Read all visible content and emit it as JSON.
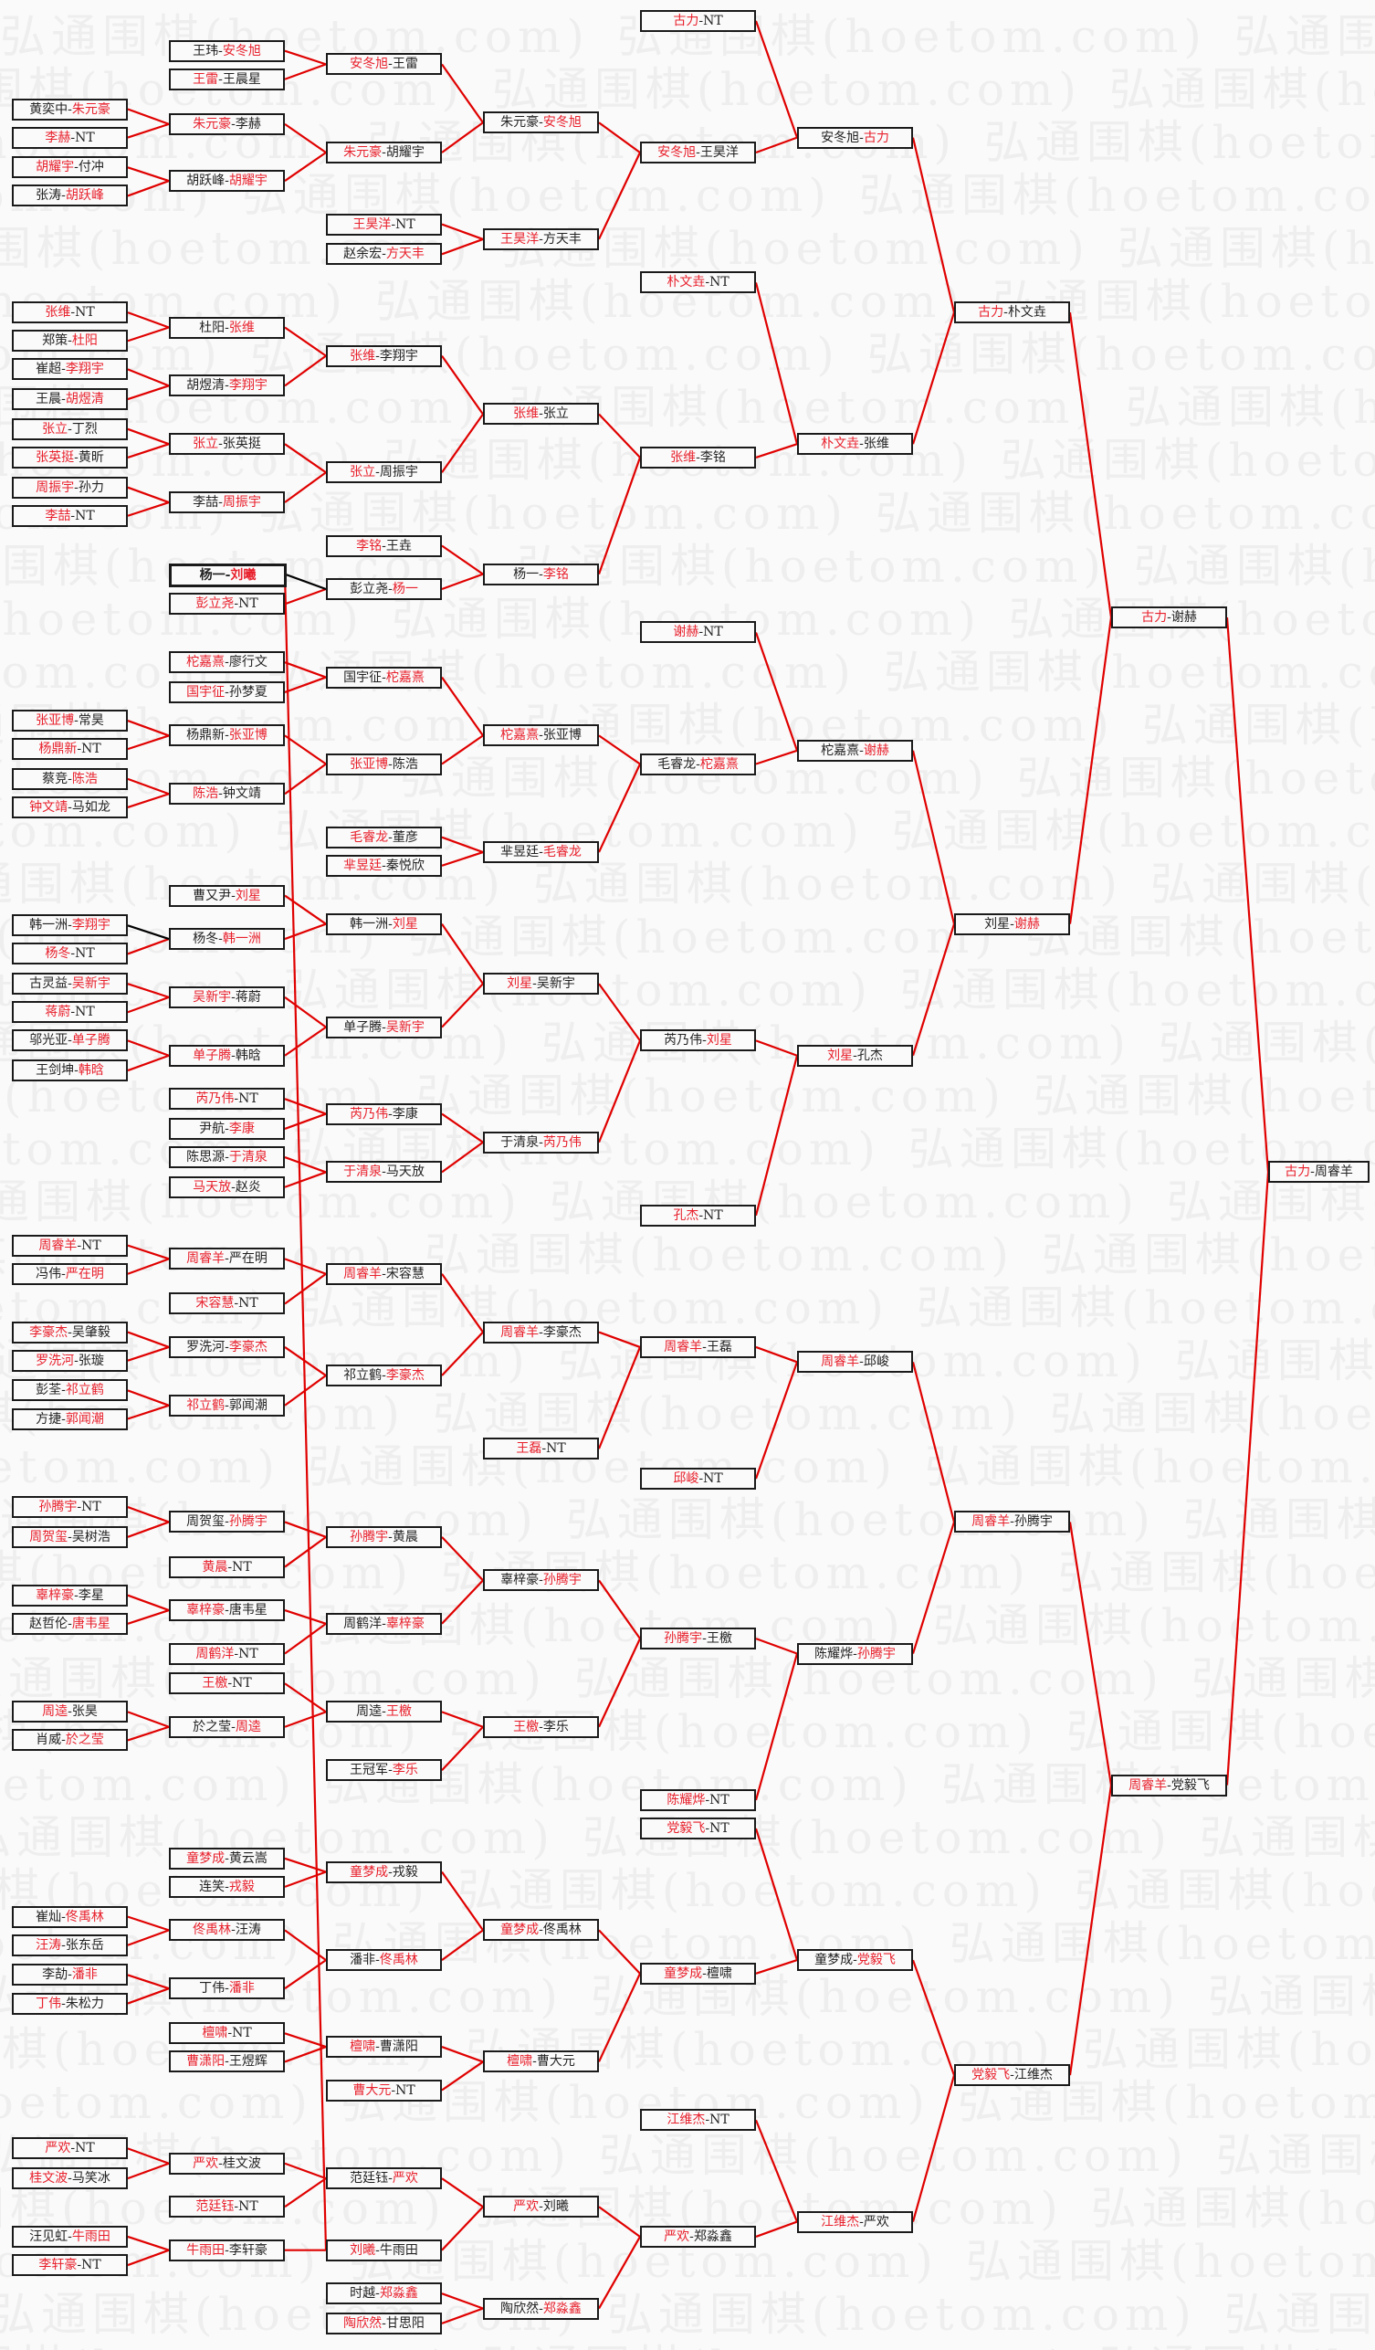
{
  "watermark": "弘通围棋(hoetom.com)",
  "colors": {
    "winner": "#e8202c",
    "line": "#e00000",
    "promoted_line": "#000000",
    "text": "#222222"
  },
  "separator": "-",
  "columns": [
    [
      {
        "p": [
          "黄奕中",
          "朱元豪"
        ],
        "w": 1
      },
      {
        "p": [
          "李赫",
          "NT"
        ],
        "w": 0
      },
      {
        "p": [
          "胡耀宇",
          "付冲"
        ],
        "w": 0
      },
      {
        "p": [
          "张涛",
          "胡跃峰"
        ],
        "w": 1
      },
      {
        "p": [
          "张维",
          "NT"
        ],
        "w": 0
      },
      {
        "p": [
          "郑策",
          "杜阳"
        ],
        "w": 1
      },
      {
        "p": [
          "崔超",
          "李翔宇"
        ],
        "w": 1
      },
      {
        "p": [
          "王晨",
          "胡煜清"
        ],
        "w": 1
      },
      {
        "p": [
          "张立",
          "丁烈"
        ],
        "w": 0
      },
      {
        "p": [
          "张英挺",
          "黄昕"
        ],
        "w": 0
      },
      {
        "p": [
          "周振宇",
          "孙力"
        ],
        "w": 0
      },
      {
        "p": [
          "李喆",
          "NT"
        ],
        "w": 0
      },
      {
        "p": [
          "张亚博",
          "常昊"
        ],
        "w": 0
      },
      {
        "p": [
          "杨鼎新",
          "NT"
        ],
        "w": 0
      },
      {
        "p": [
          "蔡竞",
          "陈浩"
        ],
        "w": 1
      },
      {
        "p": [
          "钟文靖",
          "马如龙"
        ],
        "w": 0
      },
      {
        "p": [
          "韩一洲",
          "李翔宇"
        ],
        "w": 1
      },
      {
        "p": [
          "杨冬",
          "NT"
        ],
        "w": 0
      },
      {
        "p": [
          "古灵益",
          "吴新宇"
        ],
        "w": 1
      },
      {
        "p": [
          "蒋蔚",
          "NT"
        ],
        "w": 0
      },
      {
        "p": [
          "邬光亚",
          "单子腾"
        ],
        "w": 1
      },
      {
        "p": [
          "王剑坤",
          "韩晗"
        ],
        "w": 1
      },
      {
        "p": [
          "周睿羊",
          "NT"
        ],
        "w": 0
      },
      {
        "p": [
          "冯伟",
          "严在明"
        ],
        "w": 1
      },
      {
        "p": [
          "李豪杰",
          "吴肇毅"
        ],
        "w": 0
      },
      {
        "p": [
          "罗洗河",
          "张璇"
        ],
        "w": 0
      },
      {
        "p": [
          "彭荃",
          "祁立鹤"
        ],
        "w": 1
      },
      {
        "p": [
          "方捷",
          "郭闻潮"
        ],
        "w": 1
      },
      {
        "p": [
          "孙腾宇",
          "NT"
        ],
        "w": 0
      },
      {
        "p": [
          "周贺玺",
          "吴树浩"
        ],
        "w": 0
      },
      {
        "p": [
          "辜梓豪",
          "李星"
        ],
        "w": 0
      },
      {
        "p": [
          "赵哲伦",
          "唐韦星"
        ],
        "w": 1
      },
      {
        "p": [
          "周逵",
          "张昊"
        ],
        "w": 0
      },
      {
        "p": [
          "肖威",
          "於之莹"
        ],
        "w": 1
      },
      {
        "p": [
          "崔灿",
          "佟禹林"
        ],
        "w": 1
      },
      {
        "p": [
          "汪涛",
          "张东岳"
        ],
        "w": 0
      },
      {
        "p": [
          "李劼",
          "潘非"
        ],
        "w": 1
      },
      {
        "p": [
          "丁伟",
          "朱松力"
        ],
        "w": 0
      },
      {
        "p": [
          "严欢",
          "NT"
        ],
        "w": 0
      },
      {
        "p": [
          "桂文波",
          "马笑冰"
        ],
        "w": 0
      },
      {
        "p": [
          "汪见虹",
          "牛雨田"
        ],
        "w": 1
      },
      {
        "p": [
          "李轩豪",
          "NT"
        ],
        "w": 0
      }
    ],
    [
      {
        "p": [
          "王玮",
          "安冬旭"
        ],
        "w": 1
      },
      {
        "p": [
          "王雷",
          "王晨星"
        ],
        "w": 0
      },
      {
        "p": [
          "朱元豪",
          "李赫"
        ],
        "w": 0
      },
      {
        "p": [
          "胡跃峰",
          "胡耀宇"
        ],
        "w": 1
      },
      {
        "p": [
          "杜阳",
          "张维"
        ],
        "w": 1
      },
      {
        "p": [
          "胡煜清",
          "李翔宇"
        ],
        "w": 1
      },
      {
        "p": [
          "张立",
          "张英挺"
        ],
        "w": 0
      },
      {
        "p": [
          "李喆",
          "周振宇"
        ],
        "w": 1
      },
      {
        "p": [
          "杨一",
          "刘曦"
        ],
        "w": 1,
        "bold": true
      },
      {
        "p": [
          "彭立尧",
          "NT"
        ],
        "w": 0
      },
      {
        "p": [
          "柁嘉熹",
          "廖行文"
        ],
        "w": 0
      },
      {
        "p": [
          "国宇征",
          "孙梦夏"
        ],
        "w": 0
      },
      {
        "p": [
          "杨鼎新",
          "张亚博"
        ],
        "w": 1
      },
      {
        "p": [
          "陈浩",
          "钟文靖"
        ],
        "w": 0
      },
      {
        "p": [
          "曹又尹",
          "刘星"
        ],
        "w": 1
      },
      {
        "p": [
          "杨冬",
          "韩一洲"
        ],
        "w": 1
      },
      {
        "p": [
          "吴新宇",
          "蒋蔚"
        ],
        "w": 0
      },
      {
        "p": [
          "单子腾",
          "韩晗"
        ],
        "w": 0
      },
      {
        "p": [
          "芮乃伟",
          "NT"
        ],
        "w": 0
      },
      {
        "p": [
          "尹航",
          "李康"
        ],
        "w": 1
      },
      {
        "p": [
          "陈思源",
          "于清泉"
        ],
        "w": 1
      },
      {
        "p": [
          "马天放",
          "赵炎"
        ],
        "w": 0
      },
      {
        "p": [
          "周睿羊",
          "严在明"
        ],
        "w": 0
      },
      {
        "p": [
          "宋容慧",
          "NT"
        ],
        "w": 0
      },
      {
        "p": [
          "罗洗河",
          "李豪杰"
        ],
        "w": 1
      },
      {
        "p": [
          "祁立鹤",
          "郭闻潮"
        ],
        "w": 0
      },
      {
        "p": [
          "周贺玺",
          "孙腾宇"
        ],
        "w": 1
      },
      {
        "p": [
          "黄晨",
          "NT"
        ],
        "w": 0
      },
      {
        "p": [
          "辜梓豪",
          "唐韦星"
        ],
        "w": 0
      },
      {
        "p": [
          "周鹤洋",
          "NT"
        ],
        "w": 0
      },
      {
        "p": [
          "王檄",
          "NT"
        ],
        "w": 0
      },
      {
        "p": [
          "於之莹",
          "周逵"
        ],
        "w": 1
      },
      {
        "p": [
          "童梦成",
          "黄云嵩"
        ],
        "w": 0
      },
      {
        "p": [
          "连笑",
          "戎毅"
        ],
        "w": 1
      },
      {
        "p": [
          "佟禹林",
          "汪涛"
        ],
        "w": 0
      },
      {
        "p": [
          "丁伟",
          "潘非"
        ],
        "w": 1
      },
      {
        "p": [
          "檀啸",
          "NT"
        ],
        "w": 0
      },
      {
        "p": [
          "曹潇阳",
          "王煜辉"
        ],
        "w": 0
      },
      {
        "p": [
          "严欢",
          "桂文波"
        ],
        "w": 0
      },
      {
        "p": [
          "范廷钰",
          "NT"
        ],
        "w": 0
      },
      {
        "p": [
          "牛雨田",
          "李轩豪"
        ],
        "w": 0
      }
    ],
    [
      {
        "p": [
          "安冬旭",
          "王雷"
        ],
        "w": 0
      },
      {
        "p": [
          "朱元豪",
          "胡耀宇"
        ],
        "w": 0
      },
      {
        "p": [
          "王昊洋",
          "NT"
        ],
        "w": 0
      },
      {
        "p": [
          "赵余宏",
          "方天丰"
        ],
        "w": 1
      },
      {
        "p": [
          "张维",
          "李翔宇"
        ],
        "w": 0
      },
      {
        "p": [
          "张立",
          "周振宇"
        ],
        "w": 0
      },
      {
        "p": [
          "李铭",
          "王垚"
        ],
        "w": 0
      },
      {
        "p": [
          "彭立尧",
          "杨一"
        ],
        "w": 1
      },
      {
        "p": [
          "国宇征",
          "柁嘉熹"
        ],
        "w": 1
      },
      {
        "p": [
          "张亚博",
          "陈浩"
        ],
        "w": 0
      },
      {
        "p": [
          "毛睿龙",
          "董彦"
        ],
        "w": 0
      },
      {
        "p": [
          "芈昱廷",
          "秦悦欣"
        ],
        "w": 0
      },
      {
        "p": [
          "韩一洲",
          "刘星"
        ],
        "w": 1
      },
      {
        "p": [
          "单子腾",
          "吴新宇"
        ],
        "w": 1
      },
      {
        "p": [
          "芮乃伟",
          "李康"
        ],
        "w": 0
      },
      {
        "p": [
          "于清泉",
          "马天放"
        ],
        "w": 0
      },
      {
        "p": [
          "周睿羊",
          "宋容慧"
        ],
        "w": 0
      },
      {
        "p": [
          "祁立鹤",
          "李豪杰"
        ],
        "w": 1
      },
      {
        "p": [
          "孙腾宇",
          "黄晨"
        ],
        "w": 0
      },
      {
        "p": [
          "周鹤洋",
          "辜梓豪"
        ],
        "w": 1
      },
      {
        "p": [
          "周逵",
          "王檄"
        ],
        "w": 1
      },
      {
        "p": [
          "王冠军",
          "李乐"
        ],
        "w": 1
      },
      {
        "p": [
          "童梦成",
          "戎毅"
        ],
        "w": 0
      },
      {
        "p": [
          "潘非",
          "佟禹林"
        ],
        "w": 1
      },
      {
        "p": [
          "檀啸",
          "曹潇阳"
        ],
        "w": 0
      },
      {
        "p": [
          "曹大元",
          "NT"
        ],
        "w": 0
      },
      {
        "p": [
          "范廷钰",
          "严欢"
        ],
        "w": 1
      },
      {
        "p": [
          "刘曦",
          "牛雨田"
        ],
        "w": 0
      },
      {
        "p": [
          "时越",
          "郑淼鑫"
        ],
        "w": 1
      },
      {
        "p": [
          "陶欣然",
          "甘思阳"
        ],
        "w": 0
      }
    ],
    [
      {
        "p": [
          "朱元豪",
          "安冬旭"
        ],
        "w": 1
      },
      {
        "p": [
          "王昊洋",
          "方天丰"
        ],
        "w": 0
      },
      {
        "p": [
          "张维",
          "张立"
        ],
        "w": 0
      },
      {
        "p": [
          "杨一",
          "李铭"
        ],
        "w": 1
      },
      {
        "p": [
          "柁嘉熹",
          "张亚博"
        ],
        "w": 0
      },
      {
        "p": [
          "芈昱廷",
          "毛睿龙"
        ],
        "w": 1
      },
      {
        "p": [
          "刘星",
          "吴新宇"
        ],
        "w": 0
      },
      {
        "p": [
          "于清泉",
          "芮乃伟"
        ],
        "w": 1
      },
      {
        "p": [
          "周睿羊",
          "李豪杰"
        ],
        "w": 0
      },
      {
        "p": [
          "王磊",
          "NT"
        ],
        "w": 0
      },
      {
        "p": [
          "辜梓豪",
          "孙腾宇"
        ],
        "w": 1
      },
      {
        "p": [
          "王檄",
          "李乐"
        ],
        "w": 0
      },
      {
        "p": [
          "童梦成",
          "佟禹林"
        ],
        "w": 0
      },
      {
        "p": [
          "檀啸",
          "曹大元"
        ],
        "w": 0
      },
      {
        "p": [
          "严欢",
          "刘曦"
        ],
        "w": 0
      },
      {
        "p": [
          "陶欣然",
          "郑淼鑫"
        ],
        "w": 1
      }
    ],
    [
      {
        "p": [
          "古力",
          "NT"
        ],
        "w": 0
      },
      {
        "p": [
          "安冬旭",
          "王昊洋"
        ],
        "w": 0
      },
      {
        "p": [
          "朴文垚",
          "NT"
        ],
        "w": 0
      },
      {
        "p": [
          "张维",
          "李铭"
        ],
        "w": 0
      },
      {
        "p": [
          "谢赫",
          "NT"
        ],
        "w": 0
      },
      {
        "p": [
          "毛睿龙",
          "柁嘉熹"
        ],
        "w": 1
      },
      {
        "p": [
          "芮乃伟",
          "刘星"
        ],
        "w": 1
      },
      {
        "p": [
          "孔杰",
          "NT"
        ],
        "w": 0
      },
      {
        "p": [
          "周睿羊",
          "王磊"
        ],
        "w": 0
      },
      {
        "p": [
          "邱峻",
          "NT"
        ],
        "w": 0
      },
      {
        "p": [
          "孙腾宇",
          "王檄"
        ],
        "w": 0
      },
      {
        "p": [
          "陈耀烨",
          "NT"
        ],
        "w": 0
      },
      {
        "p": [
          "党毅飞",
          "NT"
        ],
        "w": 0
      },
      {
        "p": [
          "童梦成",
          "檀啸"
        ],
        "w": 0
      },
      {
        "p": [
          "江维杰",
          "NT"
        ],
        "w": 0
      },
      {
        "p": [
          "严欢",
          "郑淼鑫"
        ],
        "w": 0
      }
    ],
    [
      {
        "p": [
          "安冬旭",
          "古力"
        ],
        "w": 1
      },
      {
        "p": [
          "朴文垚",
          "张维"
        ],
        "w": 0
      },
      {
        "p": [
          "柁嘉熹",
          "谢赫"
        ],
        "w": 1
      },
      {
        "p": [
          "刘星",
          "孔杰"
        ],
        "w": 0
      },
      {
        "p": [
          "周睿羊",
          "邱峻"
        ],
        "w": 0
      },
      {
        "p": [
          "陈耀烨",
          "孙腾宇"
        ],
        "w": 1
      },
      {
        "p": [
          "童梦成",
          "党毅飞"
        ],
        "w": 1
      },
      {
        "p": [
          "江维杰",
          "严欢"
        ],
        "w": 0
      }
    ],
    [
      {
        "p": [
          "古力",
          "朴文垚"
        ],
        "w": 0
      },
      {
        "p": [
          "刘星",
          "谢赫"
        ],
        "w": 1
      },
      {
        "p": [
          "周睿羊",
          "孙腾宇"
        ],
        "w": 0
      },
      {
        "p": [
          "党毅飞",
          "江维杰"
        ],
        "w": 0
      }
    ],
    [
      {
        "p": [
          "古力",
          "谢赫"
        ],
        "w": 0
      },
      {
        "p": [
          "周睿羊",
          "党毅飞"
        ],
        "w": 0
      }
    ],
    [
      {
        "p": [
          "古力",
          "周睿羊"
        ],
        "w": 0
      }
    ]
  ]
}
